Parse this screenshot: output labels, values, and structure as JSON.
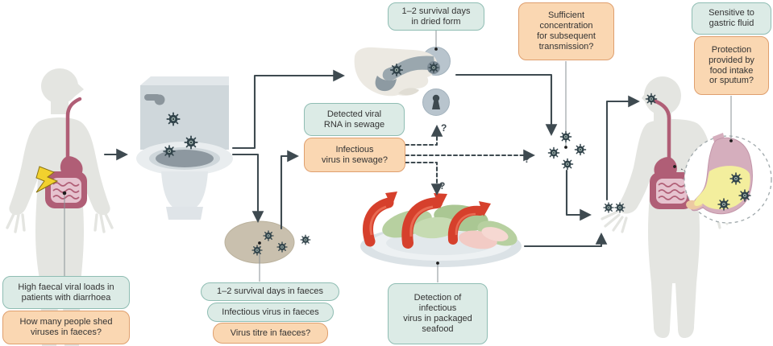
{
  "labels": {
    "dried_form": "1–2 survival days\nin dried form",
    "sufficient_concentration": "Sufficient\nconcentration\nfor subsequent\ntransmission?",
    "sensitive_gastric": "Sensitive to\ngastric fluid",
    "protection_food": "Protection\nprovided by\nfood intake\nor sputum?",
    "detected_rna": "Detected viral\nRNA in sewage",
    "infectious_sewage": "Infectious\nvirus in sewage?",
    "high_faecal_loads": "High faecal viral loads in\npatients with diarrhoea",
    "how_many_shed": "How many people shed\nviruses in faeces?",
    "survival_faeces": "1–2 survival days in faeces",
    "infectious_faeces": "Infectious virus in faeces",
    "virus_titre": "Virus titre in faeces?",
    "detection_seafood": "Detection of\ninfectious\nvirus in packaged\nseafood",
    "question_mark": "?"
  },
  "icons": {
    "virus_particle": "spiked-circle",
    "lightning_bolt": "yellow-zigzag",
    "toilet": "tank-and-bowl",
    "door_handle": "hand-on-lever-with-rosette",
    "keyhole": "circle-with-keyhole",
    "faeces": "tan-oval-with-virus",
    "seafood_plate": "plate-with-shrimp-and-greens",
    "stomach_magnifier": "dashed-circle-stomach-with-gastric-fluid",
    "person_silhouette": "human-outline"
  },
  "colors": {
    "note_box_fill": "#dcebe6",
    "note_box_border": "#8fbdb3",
    "question_box_fill": "#fad7b2",
    "question_box_border": "#df9f6e",
    "arrow": "#3e4a50",
    "silhouette": "#e4e5e1",
    "digestive_tract": "#b05e76",
    "gastric_fluid_yellow": "#f3ee9d",
    "virus_dark": "#31434a",
    "faeces_tan": "#c9c0ae",
    "shrimp_red": "#d6402c",
    "lettuce_green": "#b7d0a0",
    "lightning_yellow": "#f2d12e",
    "toilet_gray": "#cfd7db"
  }
}
